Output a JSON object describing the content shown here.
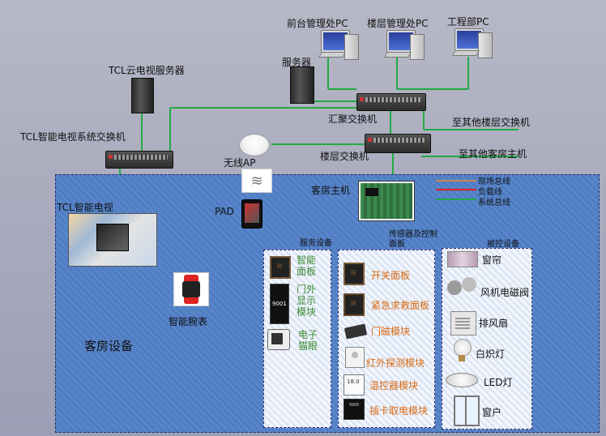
{
  "labels": {
    "front_desk_pc": "前台管理处PC",
    "floor_mgmt_pc": "楼层管理处PC",
    "engineering_pc": "工程部PC",
    "server": "服务器",
    "tcl_cloud_server": "TCL云电视服务器",
    "tcl_tv_switch": "TCL智能电视系统交换机",
    "aggregation_switch": "汇聚交换机",
    "to_other_floor_switches": "至其他楼层交换机",
    "wireless_ap": "无线AP",
    "floor_switch": "楼层交换机",
    "to_other_room_hosts": "至其他客房主机",
    "room_host": "客房主机",
    "pad": "PAD",
    "tcl_smart_tv": "TCL智能电视",
    "smart_watch": "智能腕表",
    "room_equipment": "客房设备",
    "service_devices": "服务设备",
    "sensors_panels": "传感器及控制面板",
    "controlled_devices": "被控设备"
  },
  "legend": [
    {
      "label": "现场总线",
      "color": "#c8894a"
    },
    {
      "label": "负载线",
      "color": "#e02020"
    },
    {
      "label": "系统总线",
      "color": "#22aa44"
    }
  ],
  "service_items": [
    {
      "label": "智能面板"
    },
    {
      "label": "门外显示模块"
    },
    {
      "label": "电子猫眼"
    }
  ],
  "door_display_number": "9001",
  "sensor_items": [
    {
      "label": "开关面板"
    },
    {
      "label": "紧急求救面板"
    },
    {
      "label": "门磁模块"
    },
    {
      "label": "红外探测模块"
    },
    {
      "label": "温控器模块"
    },
    {
      "label": "插卡取电模块"
    }
  ],
  "controlled_items": [
    {
      "label": "窗帘"
    },
    {
      "label": "风机电磁阀"
    },
    {
      "label": "排风扇"
    },
    {
      "label": "白炽灯"
    },
    {
      "label": "LED灯"
    },
    {
      "label": "窗户"
    }
  ]
}
